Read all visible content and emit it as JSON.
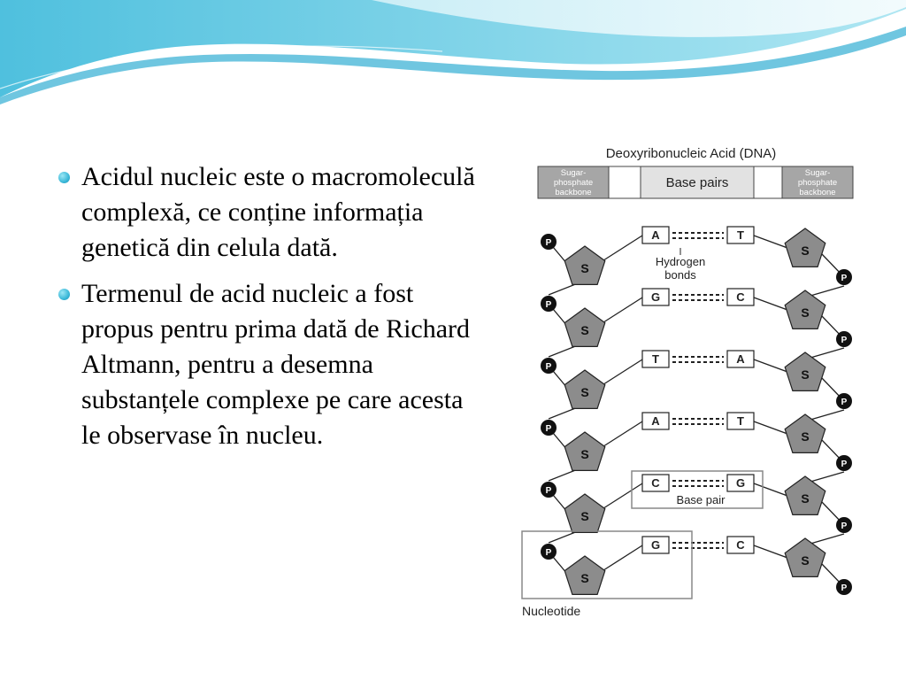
{
  "bullets": [
    {
      "text": "Acidul nucleic este o macromoleculă complexă, ce conține informația genetică din celula dată."
    },
    {
      "text": "Termenul de acid nucleic a fost propus pentru prima dată de Richard Altmann, pentru a desemna substanțele complexe pe care acesta le observase în nucleu."
    }
  ],
  "figure": {
    "title": "Deoxyribonucleic Acid (DNA)",
    "header_left": [
      "Sugar-",
      "phosphate",
      "backbone"
    ],
    "header_middle": "Base pairs",
    "header_right": [
      "Sugar-",
      "phosphate",
      "backbone"
    ],
    "phosphate_label": "P",
    "sugar_label": "S",
    "hydrogen_bonds_label": [
      "Hydrogen",
      "bonds"
    ],
    "base_pair_label": "Base pair",
    "nucleotide_label": "Nucleotide",
    "pairs": [
      {
        "left": "A",
        "right": "T"
      },
      {
        "left": "G",
        "right": "C"
      },
      {
        "left": "T",
        "right": "A"
      },
      {
        "left": "A",
        "right": "T"
      },
      {
        "left": "C",
        "right": "G"
      },
      {
        "left": "G",
        "right": "C"
      }
    ]
  },
  "colors": {
    "accent_light": "#aee6f2",
    "accent_mid": "#4fc0de",
    "accent_dark": "#2a9cc4",
    "sugar_fill": "#8c8c8c",
    "header_gray": "#a6a6a6"
  }
}
